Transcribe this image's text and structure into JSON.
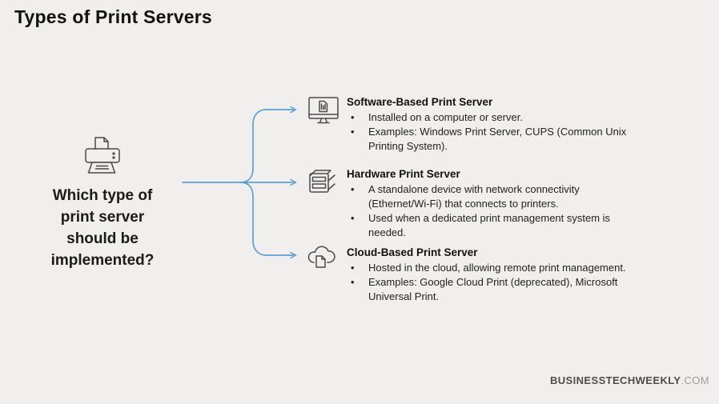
{
  "colors": {
    "background": "#F0EFED",
    "accent_blue": "#5B9FDB",
    "title_text": "#121212",
    "body_text": "#222222",
    "icon_stroke": "#4A4A4A",
    "footer_brand": "#4D4D4D",
    "footer_tld": "#9D9D9D"
  },
  "title": "Types of Print Servers",
  "question": {
    "icon": "printer-icon",
    "lines": [
      "Which type of",
      "print server",
      "should be",
      "implemented?"
    ]
  },
  "branches": [
    {
      "icon": "software-monitor-icon",
      "title": "Software-Based Print Server",
      "bullets": [
        "Installed on a computer or server.",
        "Examples: Windows Print Server, CUPS (Common Unix\nPrinting System)."
      ]
    },
    {
      "icon": "hardware-device-icon",
      "title": "Hardware Print Server",
      "bullets": [
        "A standalone device with network connectivity\n(Ethernet/Wi-Fi) that connects to printers.",
        "Used when a dedicated print management system is\nneeded."
      ]
    },
    {
      "icon": "cloud-document-icon",
      "title": "Cloud-Based Print Server",
      "bullets": [
        "Hosted in the cloud, allowing remote print management.",
        "Examples: Google Cloud Print (deprecated), Microsoft\nUniversal Print."
      ]
    }
  ],
  "footer": {
    "brand": "BUSINESSTECHWEEKLY",
    "tld": ".COM"
  }
}
